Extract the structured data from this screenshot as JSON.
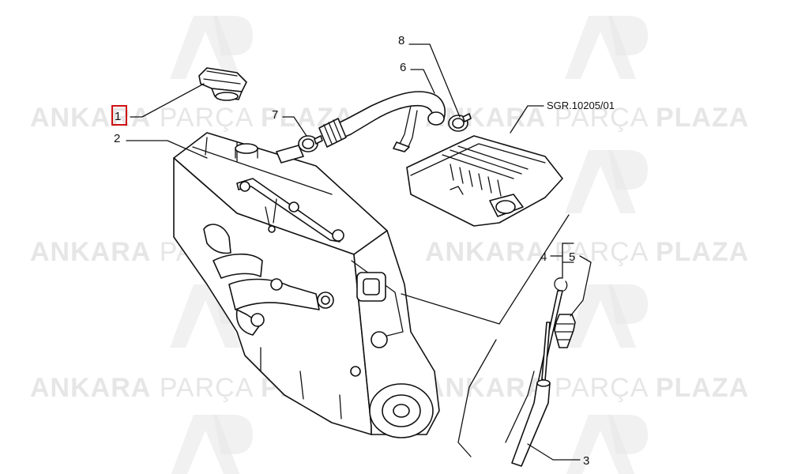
{
  "watermark": {
    "brand_bold": "ANKARA",
    "brand_light": "PARÇA",
    "brand_bold2": "PLAZA"
  },
  "diagram": {
    "reference_code": "SGR.10205/01",
    "highlighted_callout": "1",
    "callouts": [
      {
        "id": "1",
        "label": "1",
        "part": "oil-filler-cap"
      },
      {
        "id": "2",
        "label": "2",
        "part": "engine-block"
      },
      {
        "id": "3",
        "label": "3",
        "part": "dipstick-tube"
      },
      {
        "id": "4",
        "label": "4",
        "part": "dipstick"
      },
      {
        "id": "5",
        "label": "5",
        "part": "dipstick-seal"
      },
      {
        "id": "6",
        "label": "6",
        "part": "breather-hose"
      },
      {
        "id": "7",
        "label": "7",
        "part": "hose-clamp"
      },
      {
        "id": "8",
        "label": "8",
        "part": "hose-clamp"
      }
    ]
  }
}
